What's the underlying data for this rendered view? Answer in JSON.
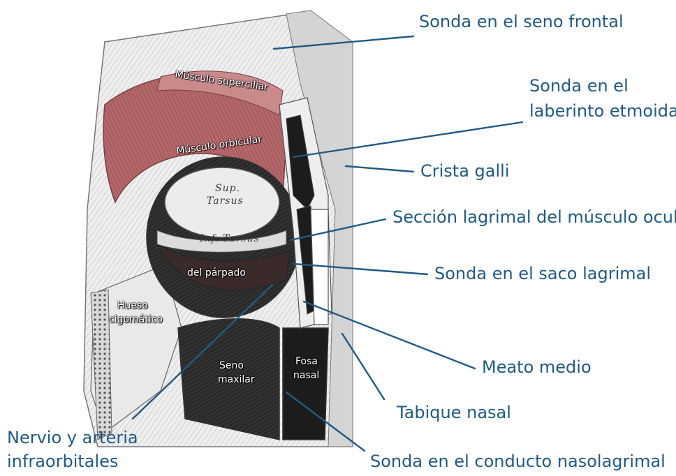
{
  "colors": {
    "leader": "#1f5a85",
    "callout_text": "#1f5a85",
    "muscle": "#b0686a",
    "bone": "#e6e6e6",
    "cavity": "#1c1c1c"
  },
  "callouts": {
    "sonda_seno_frontal": "Sonda en el seno frontal",
    "sonda_laberinto_1": "Sonda en el",
    "sonda_laberinto_2": "laberinto etmoidal",
    "crista_galli": "Crista galli",
    "seccion_lagrimal": "Sección lagrimal del músculo ocular",
    "sonda_saco_lagrimal": "Sonda en el saco lagrimal",
    "meato_medio": "Meato medio",
    "tabique_nasal": "Tabique nasal",
    "nervio_arteria_1": "Nervio y arteria",
    "nervio_arteria_2": "infraorbitales",
    "sonda_conducto": "Sonda en el conducto nasolagrimal"
  },
  "inner_labels": {
    "musculo_superciliar": "Músculo superciliar",
    "musculo_orbicular": "Músculo orbicular",
    "del_parpado": "del párpado",
    "hueso_1": "Hueso",
    "hueso_2": "cigomático",
    "seno_1": "Seno",
    "seno_2": "maxilar",
    "fosa_1": "Fosa",
    "fosa_2": "nasal"
  },
  "engraved_labels": {
    "sup_1": "Sup.",
    "sup_2": "Tarsus",
    "inf": "Inf. Tarsus"
  }
}
